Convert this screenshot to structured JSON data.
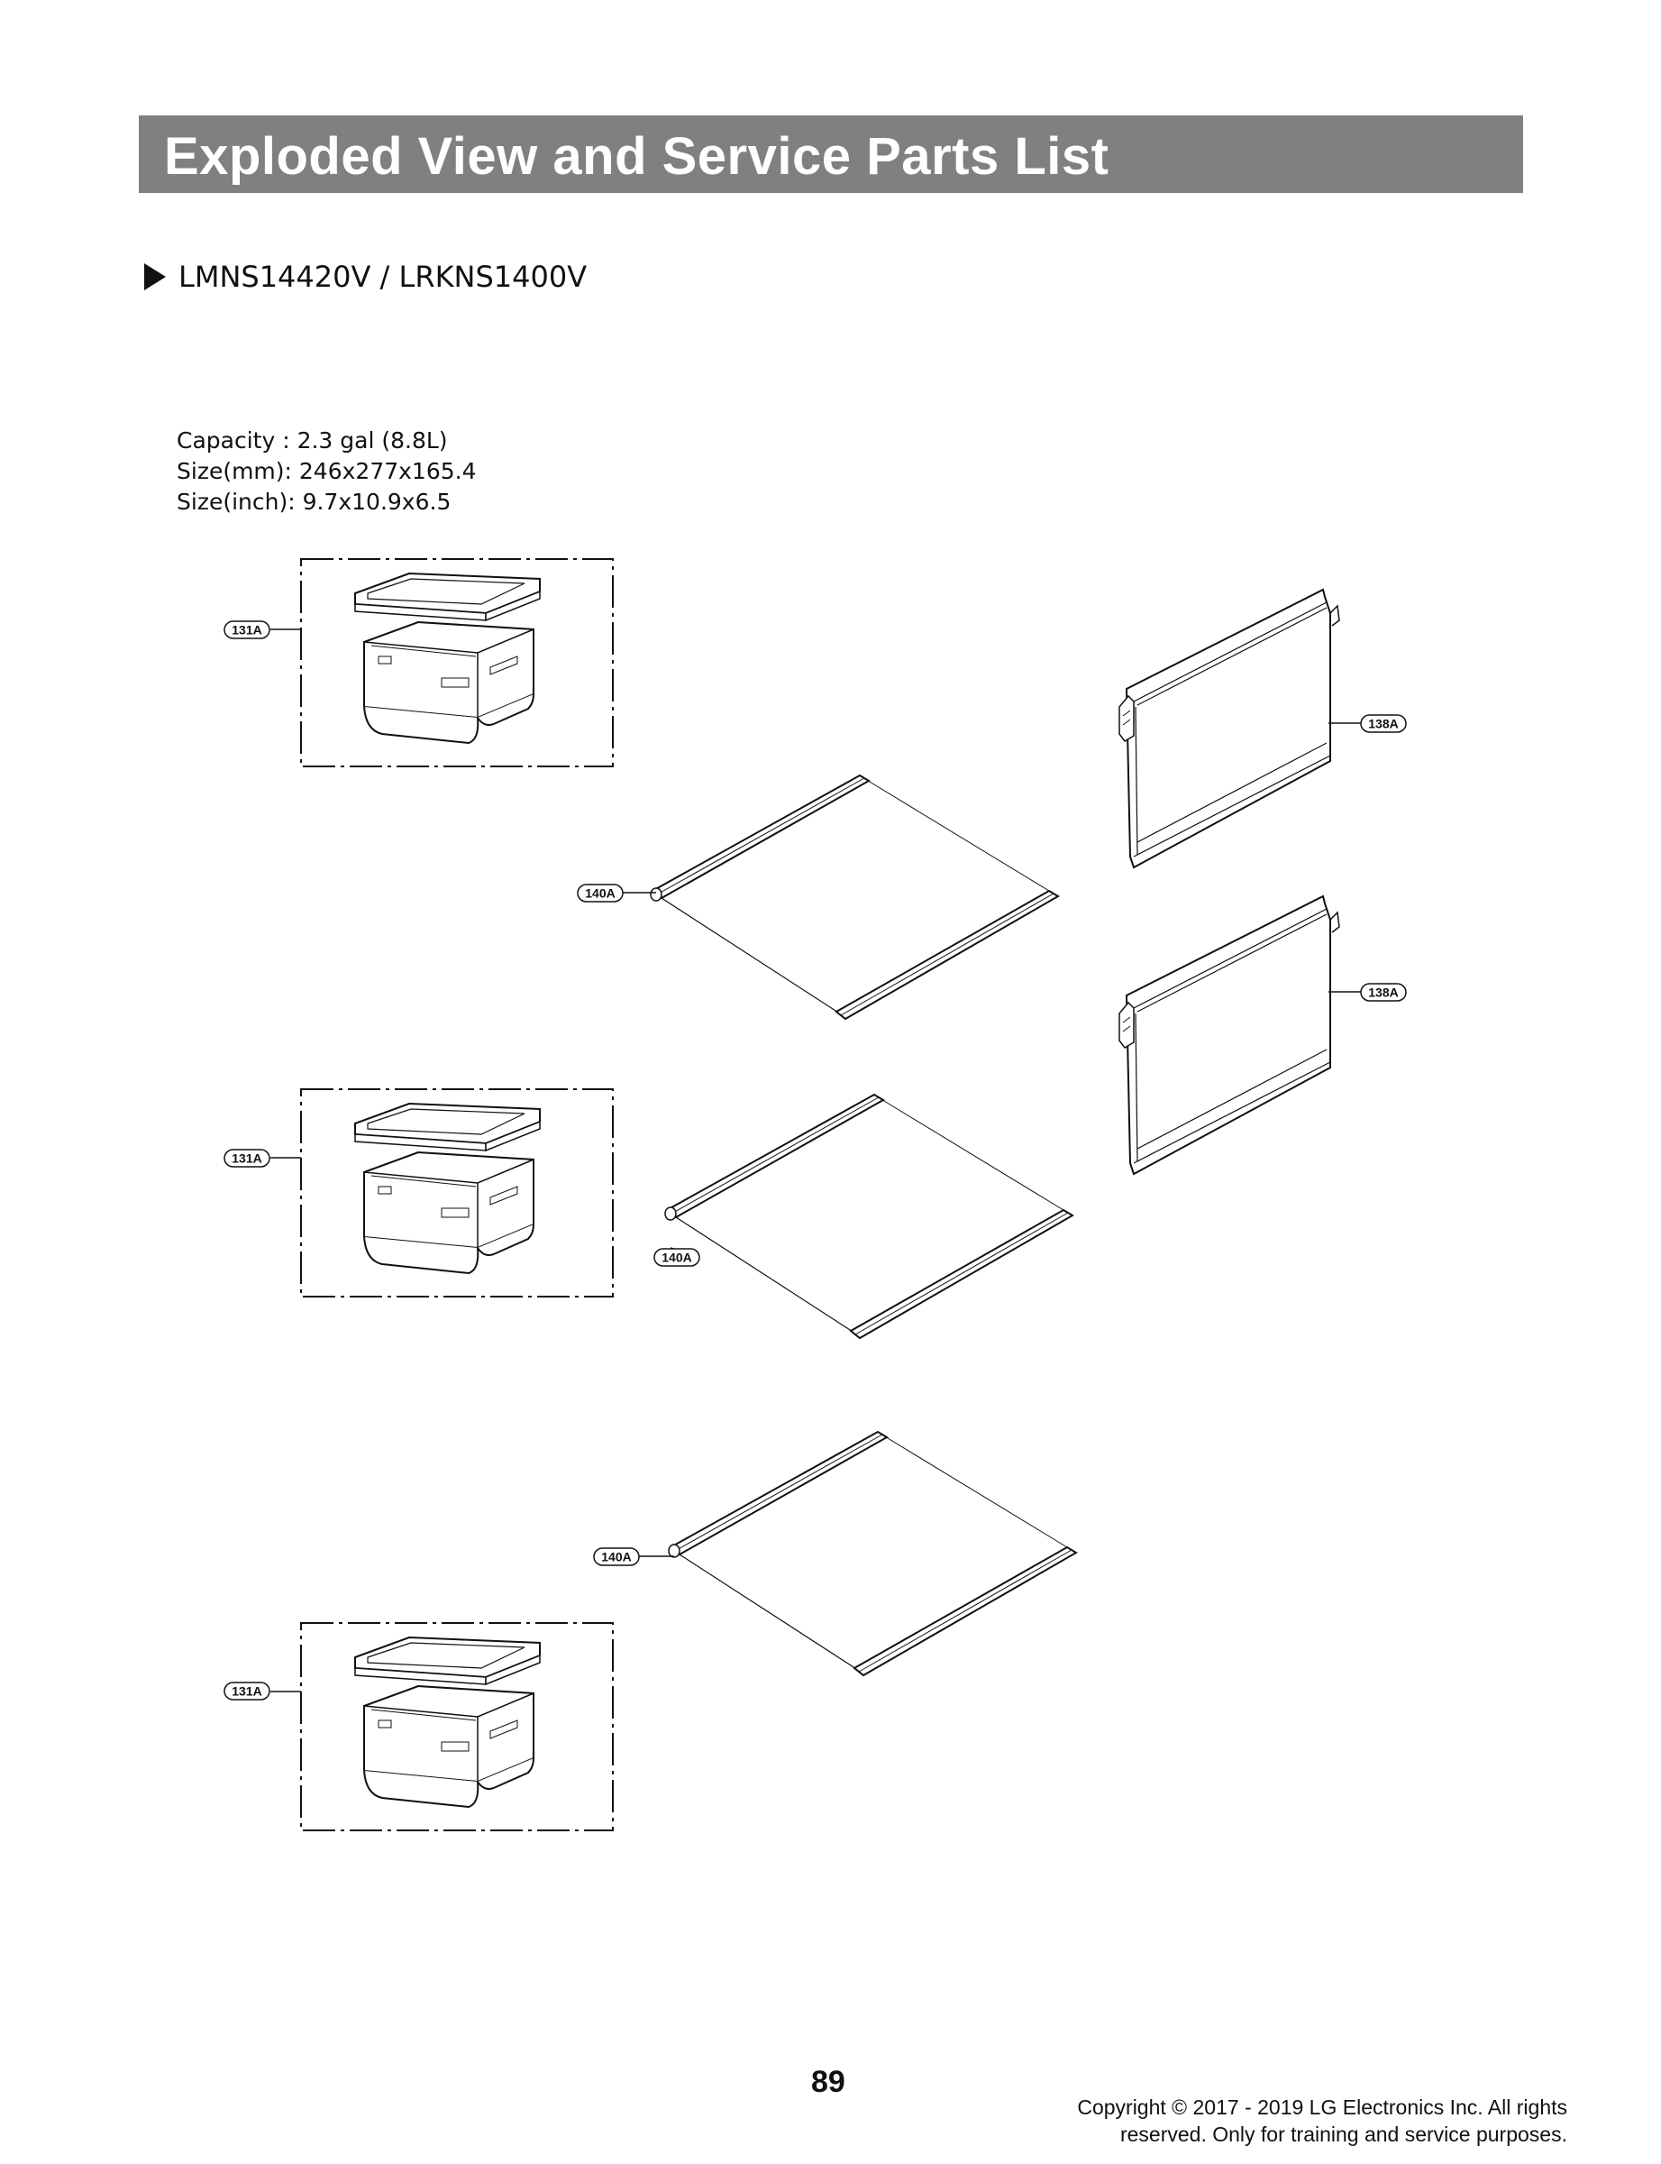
{
  "header": {
    "title": "Exploded View and Service Parts List"
  },
  "model": {
    "label": "LMNS14420V / LRKNS1400V"
  },
  "specs": {
    "capacity": "Capacity : 2.3 gal (8.8L)",
    "size_mm": "Size(mm): 246x277x165.4",
    "size_inch": "Size(inch): 9.7x10.9x6.5"
  },
  "callouts": {
    "crisper_top": "131A",
    "crisper_mid": "131A",
    "crisper_bottom": "131A",
    "door_bin_top": "138A",
    "door_bin_bottom": "138A",
    "shelf_top": "140A",
    "shelf_mid": "140A",
    "shelf_bottom": "140A"
  },
  "footer": {
    "page_number": "89",
    "copyright_line1": "Copyright © 2017 - 2019 LG Electronics Inc. All rights",
    "copyright_line2": "reserved. Only for training and service purposes."
  }
}
